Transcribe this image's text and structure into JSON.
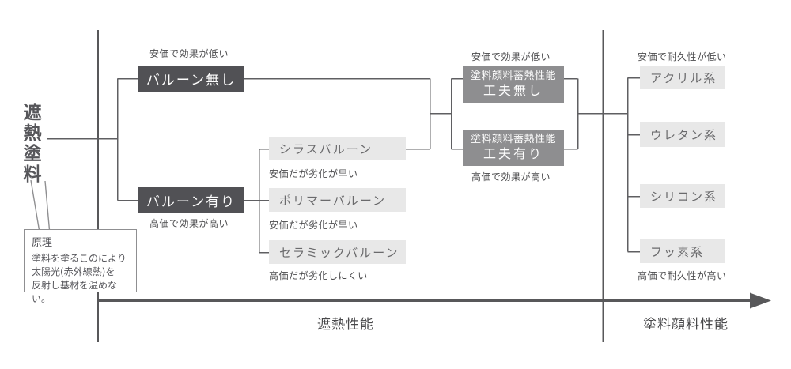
{
  "title": "遮熱塗料",
  "callout": {
    "heading": "原理",
    "lines": [
      "塗料を塗るこのにより",
      "太陽光(赤外線熱)を",
      "反射し基材を温めない。"
    ]
  },
  "tree": {
    "balloon_none": {
      "label": "バルーン無し",
      "note": "安価で効果が低い"
    },
    "balloon_with": {
      "label": "バルーン有り",
      "note": "高価で効果が高い"
    },
    "shirasu": {
      "label": "シラスバルーン",
      "note": "安価だが劣化が早い"
    },
    "polymer": {
      "label": "ポリマーバルーン",
      "note": "安価だが劣化が早い"
    },
    "ceramic": {
      "label": "セラミックバルーン",
      "note": "高価だが劣化しにくい"
    },
    "pigment_no_effort": {
      "category": "塗料顔料蓄熱性能",
      "label": "工夫無し",
      "note": "安価で効果が低い"
    },
    "pigment_effort": {
      "category": "塗料顔料蓄熱性能",
      "label": "工夫有り",
      "note": "高価で効果が高い"
    },
    "resin_note_top": "安価で耐久性が低い",
    "resin_note_bottom": "高価で耐久性が高い",
    "acrylic": {
      "label": "アクリル系"
    },
    "urethane": {
      "label": "ウレタン系"
    },
    "silicone": {
      "label": "シリコン系"
    },
    "fluorine": {
      "label": "フッ素系"
    }
  },
  "axis": {
    "left_label": "遮熱性能",
    "right_label": "塗料顔料性能"
  },
  "colors": {
    "dark_box": "#515155",
    "medium_box": "#8e8e90",
    "light_box": "#e8e8e8",
    "line": "#58585a",
    "text": "#4b4b4d"
  }
}
